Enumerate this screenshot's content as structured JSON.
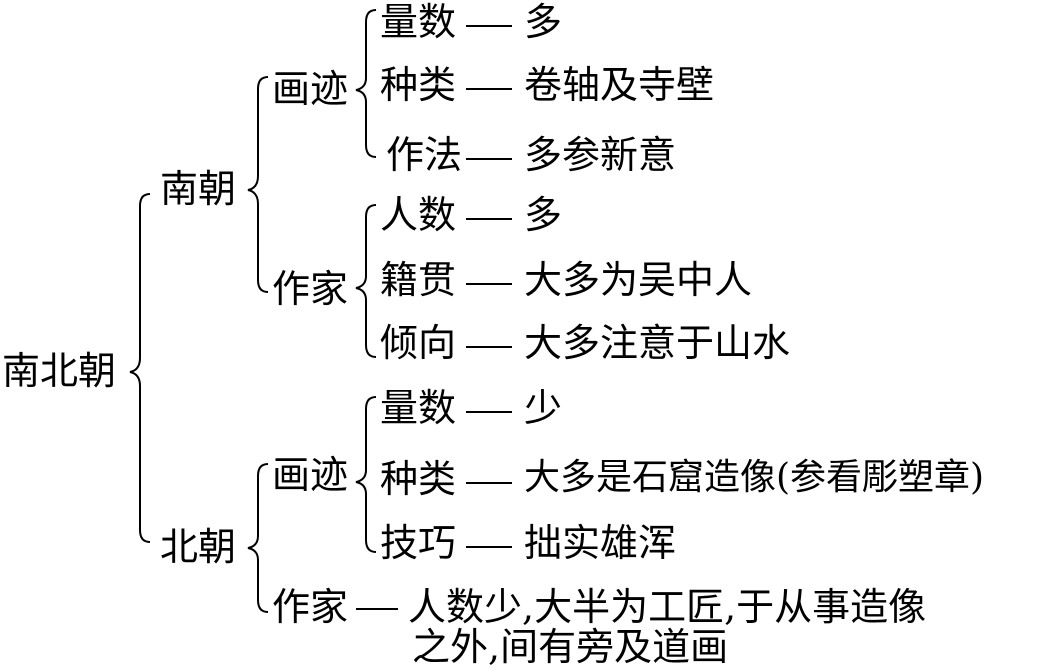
{
  "root": "南北朝",
  "south": {
    "label": "南朝",
    "works": {
      "label": "画迹",
      "items": [
        {
          "key": "量数",
          "value": "多"
        },
        {
          "key": "种类",
          "value": "卷轴及寺壁"
        },
        {
          "key": "作法",
          "value": "多参新意"
        }
      ]
    },
    "artists": {
      "label": "作家",
      "items": [
        {
          "key": "人数",
          "value": "多"
        },
        {
          "key": "籍贯",
          "value": "大多为吴中人"
        },
        {
          "key": "倾向",
          "value": "大多注意于山水"
        }
      ]
    }
  },
  "north": {
    "label": "北朝",
    "works": {
      "label": "画迹",
      "items": [
        {
          "key": "量数",
          "value": "少"
        },
        {
          "key": "种类",
          "value": "大多是石窟造像(参看彫塑章)"
        },
        {
          "key": "技巧",
          "value": "拙实雄浑"
        }
      ]
    },
    "artists": {
      "label": "作家",
      "value_line1": "人数少,大半为工匠,于从事造像",
      "value_line2": "之外,间有旁及道画"
    }
  }
}
